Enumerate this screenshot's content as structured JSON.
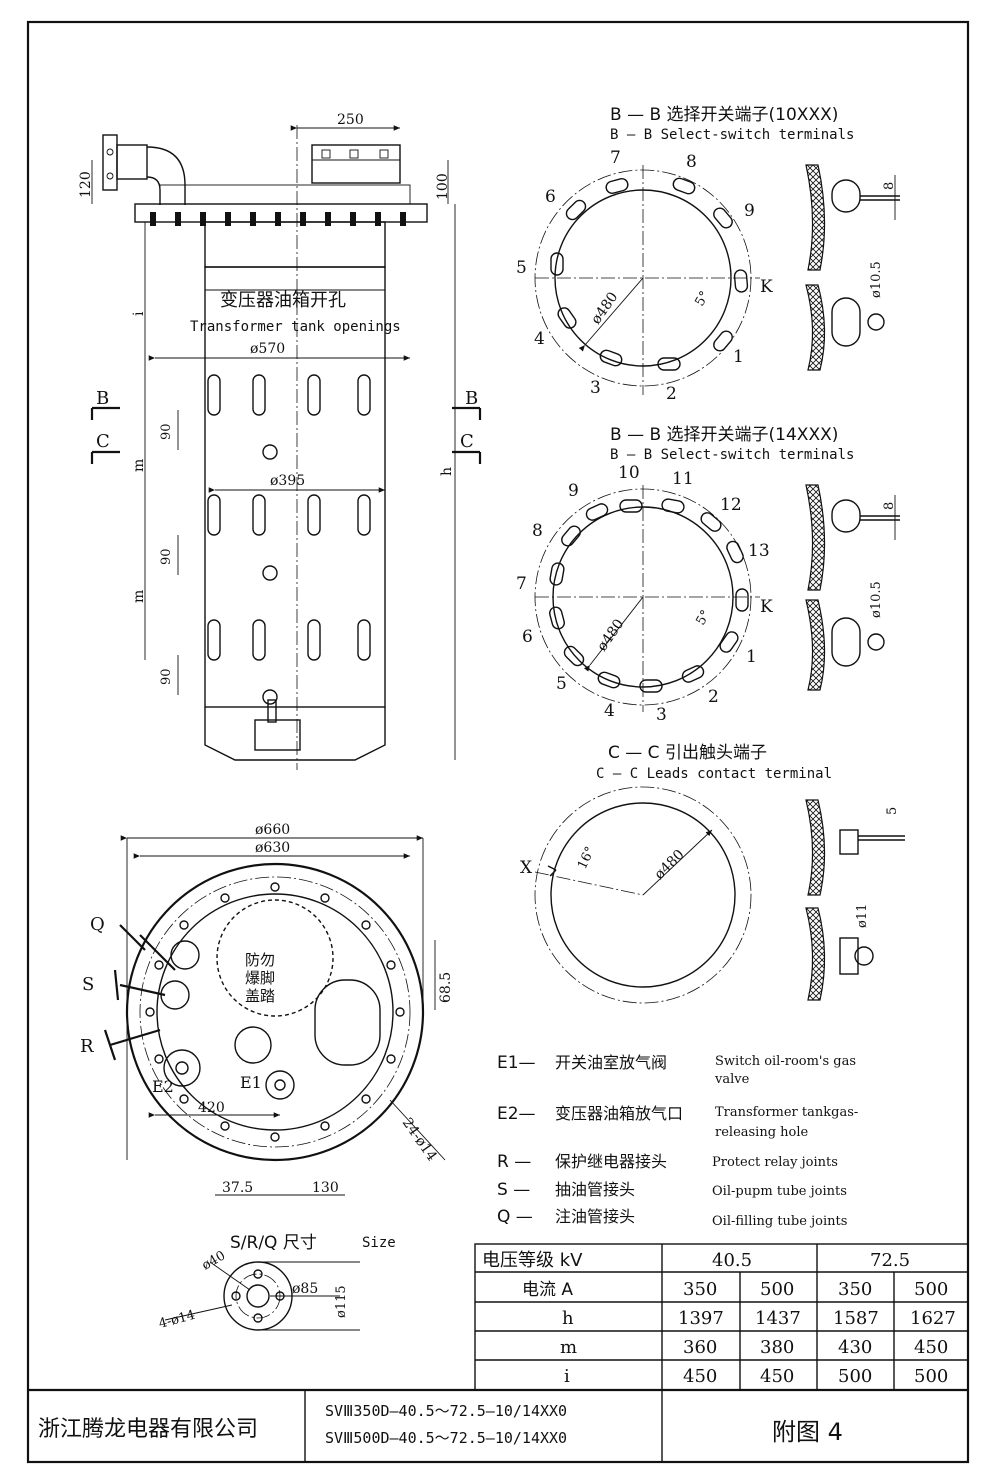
{
  "top_view": {
    "dim_250": "250",
    "dim_120": "120",
    "dim_100": "100",
    "dim_i": "i",
    "dim_m1": "m",
    "dim_m2": "m",
    "dim_h": "h",
    "dim_90a": "90",
    "dim_90b": "90",
    "dim_90c": "90",
    "title_cn": "变压器油箱开孔",
    "title_en": "Transformer tank openings",
    "dia_570": "ø570",
    "dia_395": "ø395",
    "sec_b_left": "B",
    "sec_c_left": "C",
    "sec_b_right": "B",
    "sec_c_right": "C"
  },
  "bb10": {
    "title_cn": "B — B  选择开关端子(10XXX)",
    "title_en": "B — B Select-switch terminals",
    "numbers": [
      "1",
      "2",
      "3",
      "4",
      "5",
      "6",
      "7",
      "8",
      "9"
    ],
    "k": "K",
    "dia": "ø480",
    "angle": "5°",
    "dim_8": "8",
    "dim_105": "ø10.5"
  },
  "bb14": {
    "title_cn": "B — B  选择开关端子(14XXX)",
    "title_en": "B — B Select-switch terminals",
    "numbers": [
      "1",
      "2",
      "3",
      "4",
      "5",
      "6",
      "7",
      "8",
      "9",
      "10",
      "11",
      "12",
      "13"
    ],
    "k": "K",
    "dia": "ø480",
    "angle": "5°",
    "dim_8": "8",
    "dim_105": "ø10.5"
  },
  "cc": {
    "title_cn": "C — C  引出触头端子",
    "title_en": "C — C Leads contact terminal",
    "x": "X",
    "angle": "16°",
    "dia": "ø480",
    "dim_5": "5",
    "dim_11": "ø11"
  },
  "plan": {
    "dia_660": "ø660",
    "dia_630": "ø630",
    "q": "Q",
    "s": "S",
    "r": "R",
    "e1": "E1",
    "e2": "E2",
    "warn1": "防勿",
    "warn2": "爆脚",
    "warn3": "盖踏",
    "dim_685": "68.5",
    "dim_420": "420",
    "dim_24": "24-ø14",
    "dim_375": "37.5",
    "dim_130": "130"
  },
  "size": {
    "title": "S/R/Q  尺寸",
    "title_en": "Size",
    "d40": "ø40",
    "d85": "ø85",
    "d115": "ø115",
    "holes": "4-ø14"
  },
  "legend": [
    {
      "code": "E1—",
      "cn": "开关油室放气阀",
      "en1": "Switch oil-room's gas",
      "en2": "valve"
    },
    {
      "code": "E2—",
      "cn": "变压器油箱放气口",
      "en1": "Transformer tankgas-",
      "en2": "releasing hole"
    },
    {
      "code": "R —",
      "cn": "保护继电器接头",
      "en1": "Protect relay joints",
      "en2": ""
    },
    {
      "code": "S —",
      "cn": "抽油管接头",
      "en1": "Oil-pupm tube joints",
      "en2": ""
    },
    {
      "code": "Q —",
      "cn": "注油管接头",
      "en1": "Oil-filling tube joints",
      "en2": ""
    }
  ],
  "table": {
    "header_label": "电压等级   kV",
    "v1": "40.5",
    "v2": "72.5",
    "rows": [
      {
        "label": "电流    A",
        "values": [
          "350",
          "500",
          "350",
          "500"
        ]
      },
      {
        "label": "h",
        "values": [
          "1397",
          "1437",
          "1587",
          "1627"
        ]
      },
      {
        "label": "m",
        "values": [
          "360",
          "380",
          "430",
          "450"
        ]
      },
      {
        "label": "i",
        "values": [
          "450",
          "450",
          "500",
          "500"
        ]
      }
    ]
  },
  "title_block": {
    "company": "浙江腾龙电器有限公司",
    "model1": "SVⅢ350D—40.5～72.5—10/14XX0",
    "model2": "SVⅢ500D—40.5～72.5—10/14XX0",
    "figure": "附图 4"
  }
}
